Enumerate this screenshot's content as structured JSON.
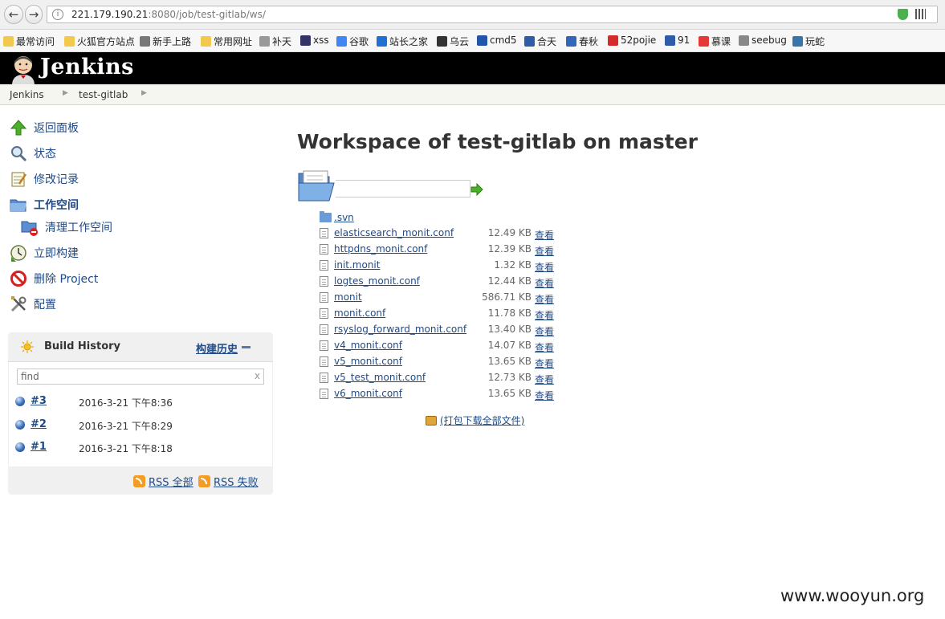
{
  "browser": {
    "url_host": "221.179.190.21",
    "url_rest": ":8080/job/test-gitlab/ws/",
    "bookmarks": [
      {
        "label": "最常访问",
        "color": "#f2c94c"
      },
      {
        "label": "火狐官方站点",
        "color": "#f2c94c"
      },
      {
        "label": "新手上路",
        "color": "#777777"
      },
      {
        "label": "常用网址",
        "color": "#f2c94c"
      },
      {
        "label": "补天",
        "color": "#999999"
      },
      {
        "label": "xss",
        "color": "#333366"
      },
      {
        "label": "谷歌",
        "color": "#4285f4"
      },
      {
        "label": "站长之家",
        "color": "#1f6fd6"
      },
      {
        "label": "乌云",
        "color": "#333333"
      },
      {
        "label": "cmd5",
        "color": "#2255aa"
      },
      {
        "label": "合天",
        "color": "#2f5ca8"
      },
      {
        "label": "春秋",
        "color": "#3366bb"
      },
      {
        "label": "52pojie",
        "color": "#d62a2a"
      },
      {
        "label": "91",
        "color": "#2f5ca8"
      },
      {
        "label": "慕课",
        "color": "#e53935"
      },
      {
        "label": "seebug",
        "color": "#888888"
      },
      {
        "label": "玩蛇",
        "color": "#3776ab"
      }
    ]
  },
  "header": {
    "logo_text": "Jenkins"
  },
  "breadcrumbs": [
    "Jenkins",
    "test-gitlab"
  ],
  "tasks": [
    {
      "label": "返回面板",
      "icon": "up-arrow-icon"
    },
    {
      "label": "状态",
      "icon": "magnifier-icon"
    },
    {
      "label": "修改记录",
      "icon": "notepad-icon"
    },
    {
      "label": "工作空间",
      "icon": "folder-icon"
    },
    {
      "label": "清理工作空间",
      "icon": "folder-delete-icon"
    },
    {
      "label": "立即构建",
      "icon": "clock-icon"
    },
    {
      "label": "删除 Project",
      "icon": "no-entry-icon"
    },
    {
      "label": "配置",
      "icon": "tools-icon"
    }
  ],
  "build_history": {
    "title": "Build History",
    "trend_link": "构建历史",
    "find_placeholder": "find",
    "find_clear": "x",
    "builds": [
      {
        "number": "#3",
        "date": "2016-3-21 下午8:36"
      },
      {
        "number": "#2",
        "date": "2016-3-21 下午8:29"
      },
      {
        "number": "#1",
        "date": "2016-3-21 下午8:18"
      }
    ],
    "rss_all": "RSS 全部",
    "rss_failed": "RSS 失败"
  },
  "main": {
    "title": "Workspace of test-gitlab on master",
    "view_label": "查看",
    "folders": [
      ".svn"
    ],
    "files": [
      {
        "name": "elasticsearch_monit.conf",
        "size": "12.49 KB"
      },
      {
        "name": "httpdns_monit.conf",
        "size": "12.39 KB"
      },
      {
        "name": "init.monit",
        "size": "1.32 KB"
      },
      {
        "name": "logtes_monit.conf",
        "size": "12.44 KB"
      },
      {
        "name": "monit",
        "size": "586.71 KB"
      },
      {
        "name": "monit.conf",
        "size": "11.78 KB"
      },
      {
        "name": "rsyslog_forward_monit.conf",
        "size": "13.40 KB"
      },
      {
        "name": "v4_monit.conf",
        "size": "14.07 KB"
      },
      {
        "name": "v5_monit.conf",
        "size": "13.65 KB"
      },
      {
        "name": "v5_test_monit.conf",
        "size": "12.73 KB"
      },
      {
        "name": "v6_monit.conf",
        "size": "13.65 KB"
      }
    ],
    "zip_label": "(打包下载全部文件)"
  },
  "watermark": "www.wooyun.org"
}
